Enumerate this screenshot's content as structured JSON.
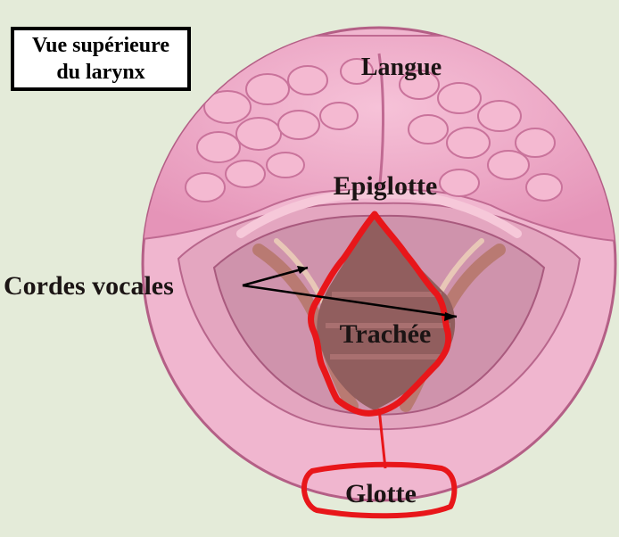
{
  "title": {
    "line1": "Vue supérieure",
    "line2": "du larynx"
  },
  "labels": {
    "tongue": "Langue",
    "epiglottis": "Epiglotte",
    "vocal_cords": "Cordes vocales",
    "trachea": "Trachée",
    "glottis": "Glotte"
  },
  "colors": {
    "background": "#e4ebd9",
    "outer_tissue": "#ecadc8",
    "tongue_lobes": "#e9a2c0",
    "inner_cavity": "#ce95ac",
    "trachea_lumen": "#915e5e",
    "highlight": "#e8161a"
  }
}
